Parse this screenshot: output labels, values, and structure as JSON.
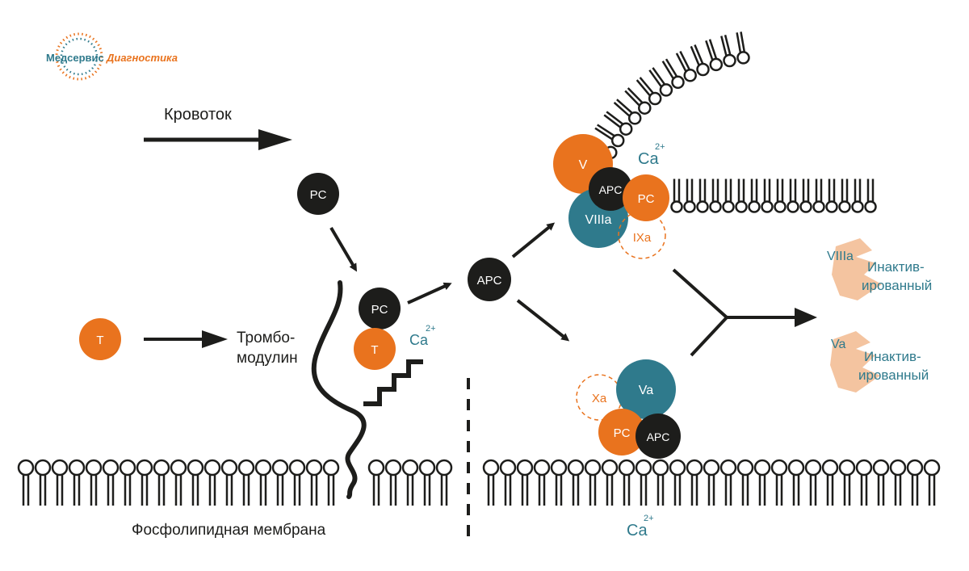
{
  "logo": {
    "part1": "Медсервис",
    "part2": "Диагностика"
  },
  "labels": {
    "blood_flow": "Кровоток",
    "thrombomodulin_line1": "Тромбо-",
    "thrombomodulin_line2": "модулин",
    "membrane": "Фосфолипидная мембрана",
    "ca": "Ca",
    "ca_charge": "2+"
  },
  "molecules": {
    "pc": "PC",
    "t": "T",
    "apc": "APC",
    "v": "V",
    "viiia": "VIIIa",
    "ixa": "IXa",
    "va": "Va",
    "xa": "Xa"
  },
  "inactivated": [
    {
      "factor": "VIIIa",
      "line1": "Инактив-",
      "line2": "ированный"
    },
    {
      "factor": "Va",
      "line1": "Инактив-",
      "line2": "ированный"
    }
  ],
  "colors": {
    "dark": "#1d1d1b",
    "orange": "#e9731e",
    "teal": "#2f7a8c",
    "inactive": "#f4c4a0"
  }
}
